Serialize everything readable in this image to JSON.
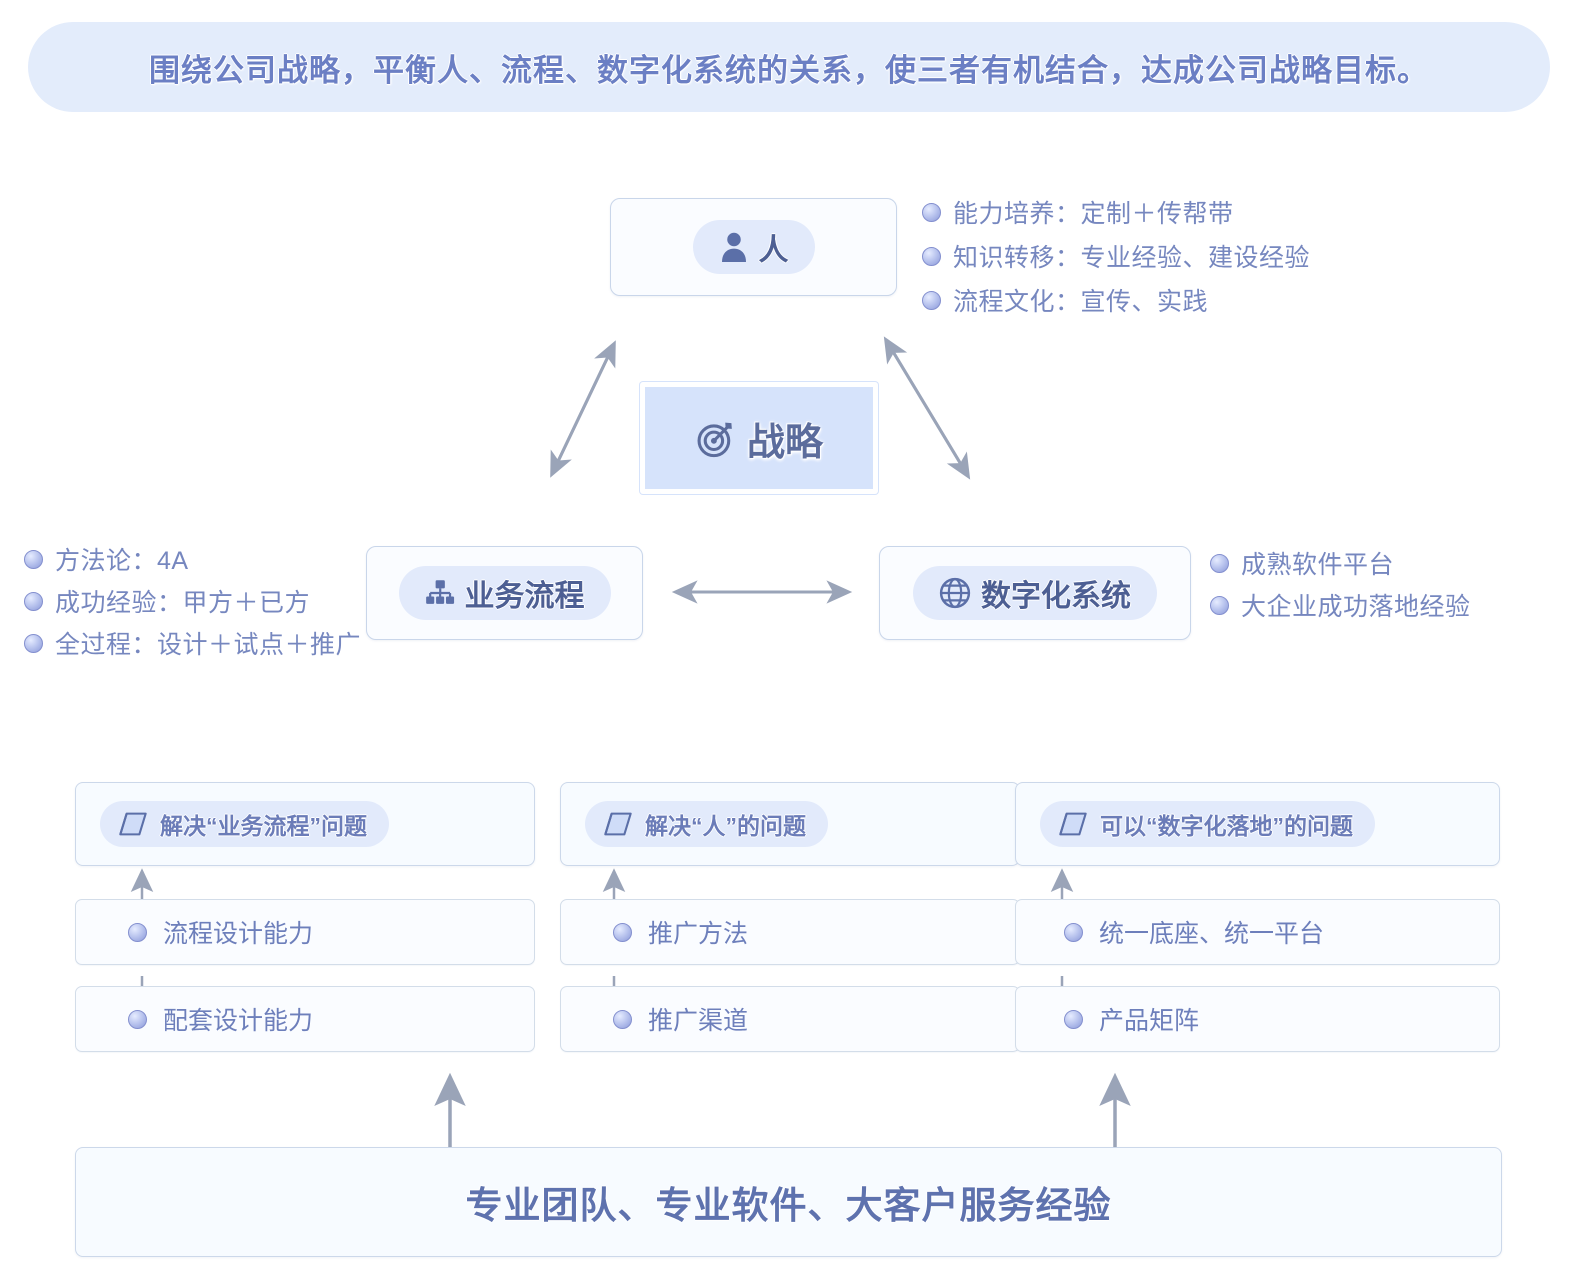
{
  "header": {
    "text": "围绕公司战略，平衡人、流程、数字化系统的关系，使三者有机结合，达成公司战略目标。",
    "bg_color": "#e3ecfb",
    "text_color": "#6b7fc4"
  },
  "triangle": {
    "center": {
      "label": "战略",
      "icon": "target-icon"
    },
    "people": {
      "label": "人",
      "icon": "person-icon",
      "bullets": [
        "能力培养：定制＋传帮带",
        "知识转移：专业经验、建设经验",
        "流程文化：宣传、实践"
      ]
    },
    "process": {
      "label": "业务流程",
      "icon": "sitemap-icon",
      "bullets": [
        "方法论：4A",
        "成功经验：甲方＋已方",
        "全过程：设计＋试点＋推广"
      ]
    },
    "system": {
      "label": "数字化系统",
      "icon": "globe-icon",
      "bullets": [
        "成熟软件平台",
        "大企业成功落地经验"
      ]
    }
  },
  "columns": [
    {
      "head": "解决“业务流程”问题",
      "head_icon": "cube-icon",
      "items": [
        "流程设计能力",
        "配套设计能力"
      ]
    },
    {
      "head": "解决“人”的问题",
      "head_icon": "cube-icon",
      "items": [
        "推广方法",
        "推广渠道"
      ]
    },
    {
      "head": "可以“数字化落地”的问题",
      "head_icon": "cube-icon",
      "items": [
        "统一底座、统一平台",
        "产品矩阵"
      ]
    }
  ],
  "foundation": {
    "text": "专业团队、专业软件、大客户服务经验",
    "text_color": "#5e72ae"
  },
  "colors": {
    "accent": "#6b7fc4",
    "pill_bg": "#e2eafb",
    "card_bg": "#fafcff",
    "border": "#ccd8ea",
    "arrow": "#9aa4b8"
  }
}
